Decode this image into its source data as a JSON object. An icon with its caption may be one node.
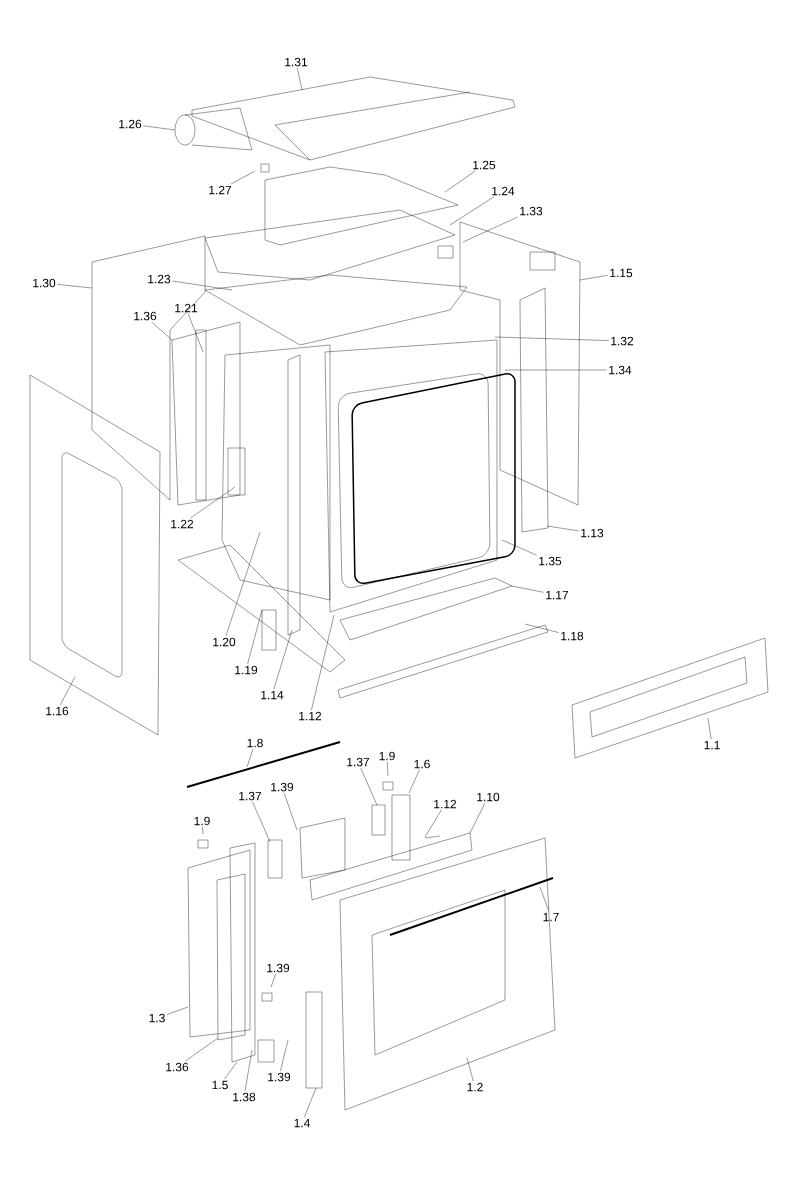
{
  "diagram": {
    "nodes": [
      {
        "text": [
          "1.31"
        ]
      },
      {
        "text": [
          "1.26"
        ]
      },
      {
        "text": [
          "1.27"
        ]
      },
      {
        "text": [
          "1.25"
        ]
      },
      {
        "text": [
          "1.24"
        ]
      },
      {
        "text": [
          "1.33"
        ]
      },
      {
        "text": [
          "1.30"
        ]
      },
      {
        "text": [
          "1.15"
        ]
      },
      {
        "text": [
          "1.23"
        ]
      },
      {
        "text": [
          "1.36"
        ]
      },
      {
        "text": [
          "1.21"
        ]
      },
      {
        "text": [
          "1.32"
        ]
      },
      {
        "text": [
          "1.34"
        ]
      },
      {
        "text": [
          "1.22"
        ]
      },
      {
        "text": [
          "1.13"
        ]
      },
      {
        "text": [
          "1.35"
        ]
      },
      {
        "text": [
          "1.17"
        ]
      },
      {
        "text": [
          "1.18"
        ]
      },
      {
        "text": [
          "1.20"
        ]
      },
      {
        "text": [
          "1.19"
        ]
      },
      {
        "text": [
          "1.14"
        ]
      },
      {
        "text": [
          "1.12"
        ]
      },
      {
        "text": [
          "1.16"
        ]
      },
      {
        "text": [
          "1.1"
        ]
      },
      {
        "text": [
          "1.8"
        ]
      },
      {
        "text": [
          "1.37"
        ]
      },
      {
        "text": [
          "1.9"
        ]
      },
      {
        "text": [
          "1.6"
        ]
      },
      {
        "text": [
          "1.39"
        ]
      },
      {
        "text": [
          "1.37"
        ]
      },
      {
        "text": [
          "1.10"
        ]
      },
      {
        "text": [
          "1.12"
        ]
      },
      {
        "text": [
          "1.9"
        ]
      },
      {
        "text": [
          "1.7"
        ]
      },
      {
        "text": [
          "1.39"
        ]
      },
      {
        "text": [
          "1.3"
        ]
      },
      {
        "text": [
          "1.36"
        ]
      },
      {
        "text": [
          "1.5"
        ]
      },
      {
        "text": [
          "1.38"
        ]
      },
      {
        "text": [
          "1.39"
        ]
      },
      {
        "text": [
          "1.4"
        ]
      },
      {
        "text": [
          "1.2"
        ]
      }
    ],
    "edges": [
      {
        "from": 0,
        "to": null,
        "arrow": "none"
      },
      {
        "from": 1,
        "to": null,
        "arrow": "none"
      },
      {
        "from": 2,
        "to": null,
        "arrow": "none"
      },
      {
        "from": 3,
        "to": null,
        "arrow": "none"
      },
      {
        "from": 4,
        "to": null,
        "arrow": "none"
      },
      {
        "from": 5,
        "to": null,
        "arrow": "none"
      },
      {
        "from": 6,
        "to": null,
        "arrow": "none"
      },
      {
        "from": 7,
        "to": null,
        "arrow": "none"
      },
      {
        "from": 8,
        "to": null,
        "arrow": "none"
      },
      {
        "from": 9,
        "to": null,
        "arrow": "none"
      },
      {
        "from": 10,
        "to": null,
        "arrow": "none"
      },
      {
        "from": 11,
        "to": null,
        "arrow": "none"
      },
      {
        "from": 12,
        "to": null,
        "arrow": "none"
      },
      {
        "from": 13,
        "to": null,
        "arrow": "none"
      },
      {
        "from": 14,
        "to": null,
        "arrow": "none"
      },
      {
        "from": 15,
        "to": null,
        "arrow": "none"
      },
      {
        "from": 16,
        "to": null,
        "arrow": "none"
      },
      {
        "from": 17,
        "to": null,
        "arrow": "none"
      },
      {
        "from": 18,
        "to": null,
        "arrow": "none"
      },
      {
        "from": 19,
        "to": null,
        "arrow": "none"
      },
      {
        "from": 20,
        "to": null,
        "arrow": "none"
      },
      {
        "from": 21,
        "to": null,
        "arrow": "none"
      },
      {
        "from": 22,
        "to": null,
        "arrow": "none"
      },
      {
        "from": 23,
        "to": null,
        "arrow": "none"
      },
      {
        "from": 24,
        "to": null,
        "arrow": "none"
      },
      {
        "from": 25,
        "to": null,
        "arrow": "none"
      },
      {
        "from": 26,
        "to": null,
        "arrow": "none"
      },
      {
        "from": 27,
        "to": null,
        "arrow": "none"
      },
      {
        "from": 28,
        "to": null,
        "arrow": "none"
      },
      {
        "from": 29,
        "to": null,
        "arrow": "none"
      },
      {
        "from": 30,
        "to": null,
        "arrow": "none"
      },
      {
        "from": 31,
        "to": null,
        "arrow": "none"
      },
      {
        "from": 32,
        "to": null,
        "arrow": "none"
      },
      {
        "from": 33,
        "to": null,
        "arrow": "none"
      },
      {
        "from": 34,
        "to": null,
        "arrow": "none"
      },
      {
        "from": 35,
        "to": null,
        "arrow": "none"
      },
      {
        "from": 36,
        "to": null,
        "arrow": "none"
      },
      {
        "from": 37,
        "to": null,
        "arrow": "none"
      },
      {
        "from": 38,
        "to": null,
        "arrow": "none"
      },
      {
        "from": 39,
        "to": null,
        "arrow": "none"
      },
      {
        "from": 40,
        "to": null,
        "arrow": "none"
      },
      {
        "from": 41,
        "to": null,
        "arrow": "none"
      }
    ]
  }
}
